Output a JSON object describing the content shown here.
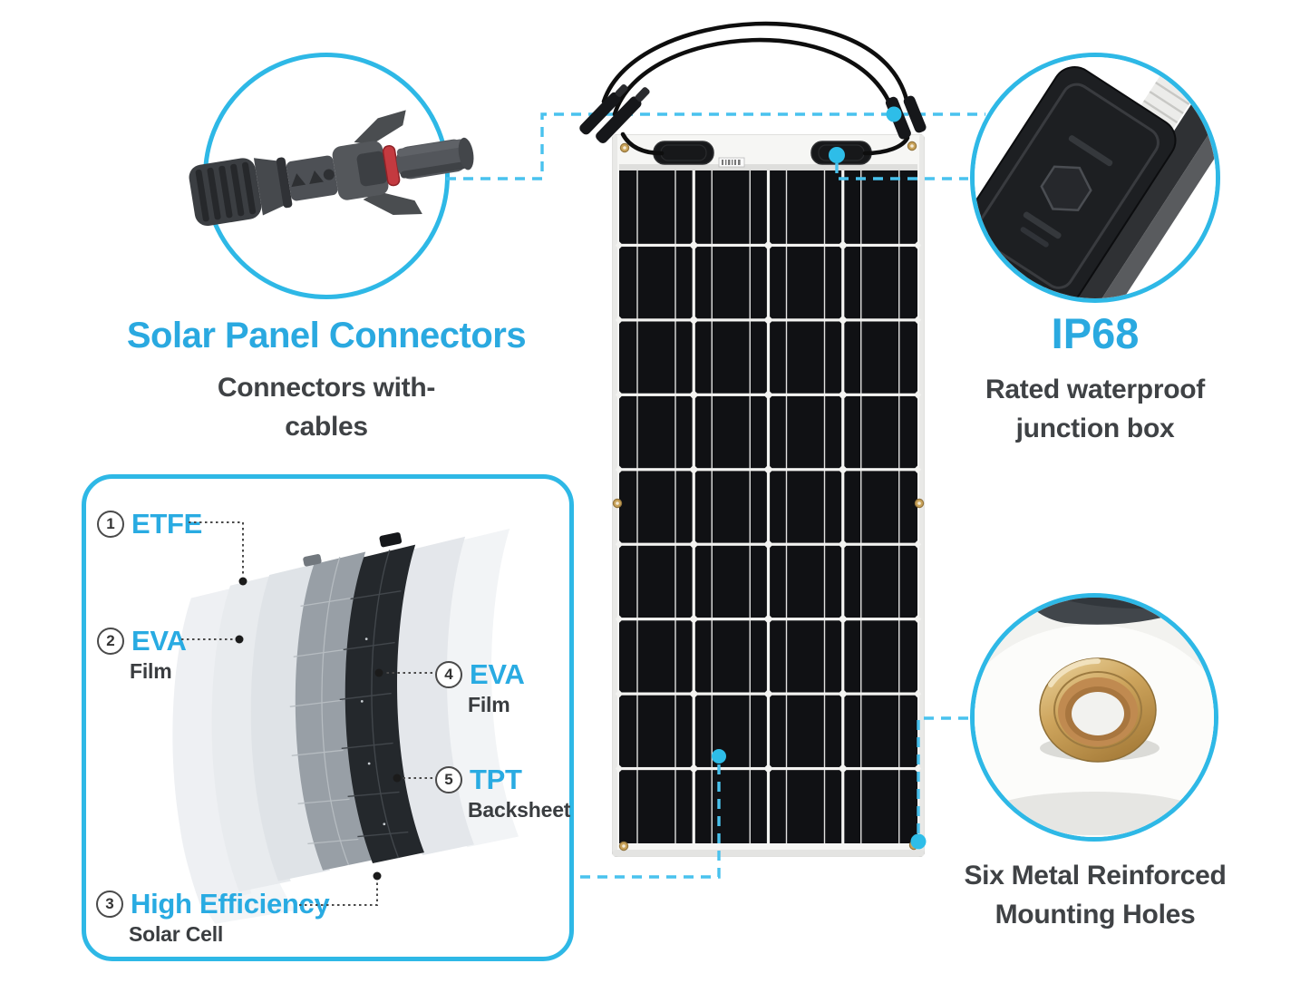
{
  "colors": {
    "accent": "#29abe2",
    "dashed_line": "#49c2ee",
    "circle_border": "#2eb8e6",
    "text_dark": "#3f4245",
    "leader_line": "#4a4a4a",
    "panel_cell": "#101114",
    "grommet_gold": "#c9a35a"
  },
  "callouts": {
    "connectors": {
      "title": "Solar Panel Connectors",
      "subtitle": [
        "Connectors with-",
        "cables"
      ]
    },
    "junction_box": {
      "title": "IP68",
      "subtitle": [
        "Rated waterproof",
        "junction box"
      ]
    },
    "mounting_holes": {
      "subtitle": [
        "Six Metal Reinforced",
        "Mounting Holes"
      ]
    }
  },
  "layer_diagram": {
    "layers": [
      {
        "num": "1",
        "name": "ETFE",
        "sub": ""
      },
      {
        "num": "2",
        "name": "EVA",
        "sub": "Film"
      },
      {
        "num": "3",
        "name": "High Efficiency",
        "sub": "Solar Cell"
      },
      {
        "num": "4",
        "name": "EVA",
        "sub": "Film"
      },
      {
        "num": "5",
        "name": "TPT",
        "sub": "Backsheet"
      }
    ]
  }
}
